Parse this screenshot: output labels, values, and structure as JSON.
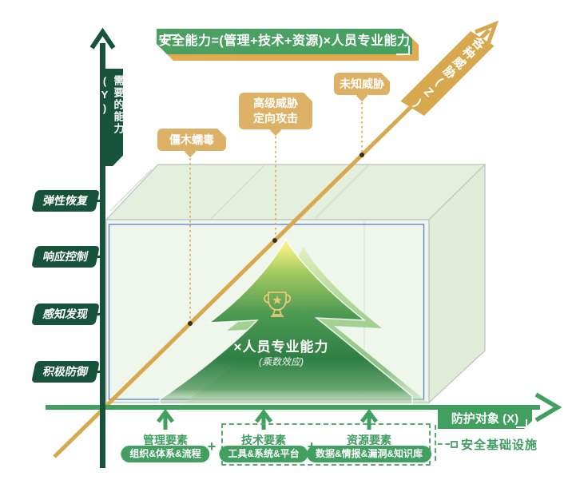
{
  "title_banner": {
    "formula": "安全能力=(管理+技术+资源)×人员专业能力"
  },
  "y_axis": {
    "label": "需要的能力(Y)",
    "ticks": [
      "弹性恢复",
      "响应控制",
      "感知发现",
      "积极防御"
    ]
  },
  "x_axis": {
    "label": "防护对象 (X)"
  },
  "z_axis": {
    "label": "各种威胁(Z)"
  },
  "threats": [
    {
      "lines": [
        "僵木蠕毒"
      ]
    },
    {
      "lines": [
        "高级威胁",
        "定向攻击"
      ]
    },
    {
      "lines": [
        "未知威胁"
      ]
    }
  ],
  "tree": {
    "label": "×人员专业能力",
    "sublabel": "(乘数效应)"
  },
  "factors": [
    {
      "title": "管理要素",
      "pill": "组织&体系&流程"
    },
    {
      "title": "技术要素",
      "pill": "工具&系统&平台"
    },
    {
      "title": "资源要素",
      "pill": "数据&情报&漏洞&知识库"
    }
  ],
  "operators": {
    "plus": "+"
  },
  "infrastructure": {
    "label": "安全基础设施"
  },
  "colors": {
    "dark_green": "#17523a",
    "green": "#41a05f",
    "gold": "#d8a84e",
    "gold_light": "#ddb266",
    "blue": "#5b7fd0",
    "cube_fill": "#e4f0dd"
  }
}
